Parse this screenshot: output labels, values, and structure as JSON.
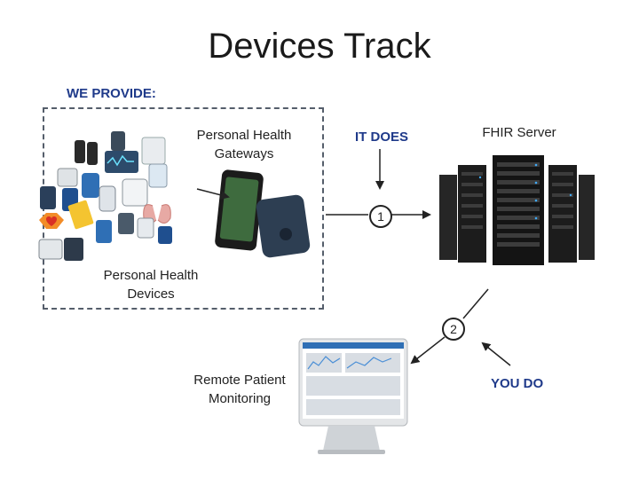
{
  "title": "Devices Track",
  "we_provide": "WE PROVIDE:",
  "labels": {
    "gateways_line1": "Personal Health",
    "gateways_line2": "Gateways",
    "devices_line1": "Personal Health",
    "devices_line2": "Devices",
    "fhir_server": "FHIR Server",
    "it_does": "IT DOES",
    "rpm_line1": "Remote Patient",
    "rpm_line2": "Monitoring",
    "you_do": "YOU DO"
  },
  "steps": {
    "one": "1",
    "two": "2"
  },
  "colors": {
    "accent_blue": "#1f3a8a",
    "dashed_border": "#555e6b"
  }
}
